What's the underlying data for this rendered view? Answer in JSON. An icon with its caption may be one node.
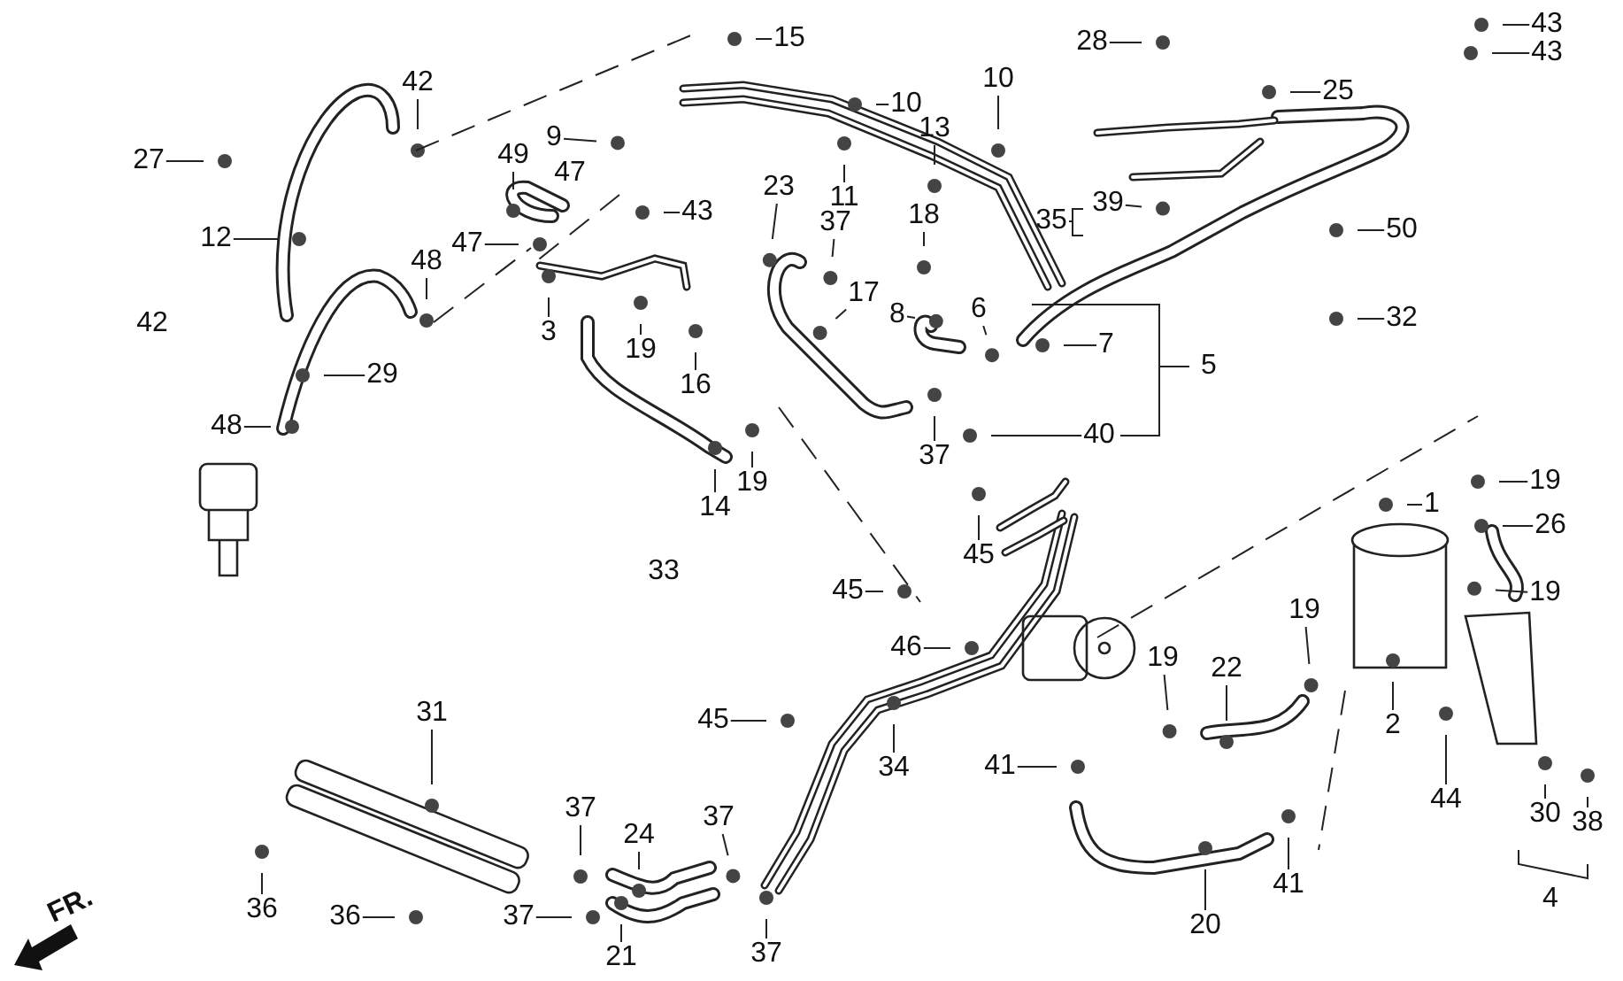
{
  "diagram": {
    "nodes": [
      {
        "text": [
          "15"
        ]
      },
      {
        "text": [
          "43"
        ]
      },
      {
        "text": [
          "28"
        ]
      },
      {
        "text": [
          "43"
        ]
      },
      {
        "text": [
          "42"
        ]
      },
      {
        "text": [
          "9"
        ]
      },
      {
        "text": [
          "10"
        ]
      },
      {
        "text": [
          "10"
        ]
      },
      {
        "text": [
          "25"
        ]
      },
      {
        "text": [
          "13"
        ]
      },
      {
        "text": [
          "27"
        ]
      },
      {
        "text": [
          "49"
        ]
      },
      {
        "text": [
          "47"
        ]
      },
      {
        "text": [
          "43"
        ]
      },
      {
        "text": [
          "23"
        ]
      },
      {
        "text": [
          "11"
        ]
      },
      {
        "text": [
          "37"
        ]
      },
      {
        "text": [
          "12"
        ]
      },
      {
        "text": [
          "18"
        ]
      },
      {
        "text": [
          "39"
        ]
      },
      {
        "text": [
          "50"
        ]
      },
      {
        "text": [
          "48"
        ]
      },
      {
        "text": [
          "17"
        ]
      },
      {
        "text": [
          "8"
        ]
      },
      {
        "text": [
          "6"
        ]
      },
      {
        "text": [
          "7"
        ]
      },
      {
        "text": [
          "3"
        ]
      },
      {
        "text": [
          "19"
        ]
      },
      {
        "text": [
          "16"
        ]
      },
      {
        "text": [
          "29"
        ]
      },
      {
        "text": [
          "32"
        ]
      },
      {
        "text": [
          "37"
        ]
      },
      {
        "text": [
          "40"
        ]
      },
      {
        "text": [
          "48"
        ]
      },
      {
        "text": [
          "19"
        ]
      },
      {
        "text": [
          "14"
        ]
      },
      {
        "text": [
          "19"
        ]
      },
      {
        "text": [
          "1"
        ]
      },
      {
        "text": [
          "26"
        ]
      },
      {
        "text": [
          "19"
        ]
      },
      {
        "text": [
          "45"
        ]
      },
      {
        "text": [
          "45"
        ]
      },
      {
        "text": [
          "46"
        ]
      },
      {
        "text": [
          "19"
        ]
      },
      {
        "text": [
          "19"
        ]
      },
      {
        "text": [
          "22"
        ]
      },
      {
        "text": [
          "31"
        ]
      },
      {
        "text": [
          "45"
        ]
      },
      {
        "text": [
          "34"
        ]
      },
      {
        "text": [
          "2"
        ]
      },
      {
        "text": [
          "41"
        ]
      },
      {
        "text": [
          "44"
        ]
      },
      {
        "text": [
          "30"
        ]
      },
      {
        "text": [
          "38"
        ]
      },
      {
        "text": [
          "37"
        ]
      },
      {
        "text": [
          "24"
        ]
      },
      {
        "text": [
          "37"
        ]
      },
      {
        "text": [
          "36"
        ]
      },
      {
        "text": [
          "20"
        ]
      },
      {
        "text": [
          "41"
        ]
      },
      {
        "text": [
          "36"
        ]
      },
      {
        "text": [
          "37"
        ]
      },
      {
        "text": [
          "21"
        ]
      },
      {
        "text": [
          "37"
        ]
      }
    ],
    "edges": [
      {
        "from": 0,
        "to": null,
        "arrow": "none"
      },
      {
        "from": 1,
        "to": null,
        "arrow": "none"
      },
      {
        "from": 2,
        "to": null,
        "arrow": "none"
      },
      {
        "from": 3,
        "to": null,
        "arrow": "none"
      },
      {
        "from": 4,
        "to": null,
        "arrow": "none"
      },
      {
        "from": 5,
        "to": null,
        "arrow": "none"
      },
      {
        "from": 6,
        "to": null,
        "arrow": "none"
      },
      {
        "from": 7,
        "to": null,
        "arrow": "none"
      },
      {
        "from": 8,
        "to": null,
        "arrow": "none"
      },
      {
        "from": 9,
        "to": null,
        "arrow": "none"
      },
      {
        "from": 10,
        "to": null,
        "arrow": "none"
      },
      {
        "from": 11,
        "to": null,
        "arrow": "none"
      },
      {
        "from": 12,
        "to": null,
        "arrow": "none"
      },
      {
        "from": 13,
        "to": null,
        "arrow": "none"
      },
      {
        "from": 14,
        "to": null,
        "arrow": "none"
      },
      {
        "from": 15,
        "to": null,
        "arrow": "none"
      },
      {
        "from": 16,
        "to": null,
        "arrow": "none"
      },
      {
        "from": 17,
        "to": null,
        "arrow": "none"
      },
      {
        "from": 18,
        "to": null,
        "arrow": "none"
      },
      {
        "from": 19,
        "to": null,
        "arrow": "none"
      },
      {
        "from": 20,
        "to": null,
        "arrow": "none"
      },
      {
        "from": 21,
        "to": null,
        "arrow": "none"
      },
      {
        "from": 22,
        "to": null,
        "arrow": "none"
      },
      {
        "from": 23,
        "to": null,
        "arrow": "none"
      },
      {
        "from": 24,
        "to": null,
        "arrow": "none"
      },
      {
        "from": 25,
        "to": null,
        "arrow": "none"
      },
      {
        "from": 26,
        "to": null,
        "arrow": "none"
      },
      {
        "from": 27,
        "to": null,
        "arrow": "none"
      },
      {
        "from": 28,
        "to": null,
        "arrow": "none"
      },
      {
        "from": 29,
        "to": null,
        "arrow": "none"
      },
      {
        "from": 30,
        "to": null,
        "arrow": "none"
      },
      {
        "from": 31,
        "to": null,
        "arrow": "none"
      },
      {
        "from": 32,
        "to": null,
        "arrow": "none"
      },
      {
        "from": 33,
        "to": null,
        "arrow": "none"
      },
      {
        "from": 34,
        "to": null,
        "arrow": "none"
      },
      {
        "from": 35,
        "to": null,
        "arrow": "none"
      },
      {
        "from": 36,
        "to": null,
        "arrow": "none"
      },
      {
        "from": 37,
        "to": null,
        "arrow": "none"
      },
      {
        "from": 38,
        "to": null,
        "arrow": "none"
      },
      {
        "from": 39,
        "to": null,
        "arrow": "none"
      },
      {
        "from": 40,
        "to": null,
        "arrow": "none"
      },
      {
        "from": 41,
        "to": null,
        "arrow": "none"
      },
      {
        "from": 42,
        "to": null,
        "arrow": "none"
      },
      {
        "from": 43,
        "to": null,
        "arrow": "none"
      },
      {
        "from": 44,
        "to": null,
        "arrow": "none"
      },
      {
        "from": 45,
        "to": null,
        "arrow": "none"
      },
      {
        "from": 46,
        "to": null,
        "arrow": "none"
      },
      {
        "from": 47,
        "to": null,
        "arrow": "none"
      },
      {
        "from": 48,
        "to": null,
        "arrow": "none"
      },
      {
        "from": 49,
        "to": null,
        "arrow": "none"
      },
      {
        "from": 50,
        "to": null,
        "arrow": "none"
      },
      {
        "from": 51,
        "to": null,
        "arrow": "none"
      },
      {
        "from": 52,
        "to": null,
        "arrow": "none"
      },
      {
        "from": 53,
        "to": null,
        "arrow": "none"
      },
      {
        "from": 54,
        "to": null,
        "arrow": "none"
      },
      {
        "from": 55,
        "to": null,
        "arrow": "none"
      },
      {
        "from": 56,
        "to": null,
        "arrow": "none"
      },
      {
        "from": 57,
        "to": null,
        "arrow": "none"
      },
      {
        "from": 58,
        "to": null,
        "arrow": "none"
      },
      {
        "from": 59,
        "to": null,
        "arrow": "none"
      },
      {
        "from": 60,
        "to": null,
        "arrow": "none"
      },
      {
        "from": 61,
        "to": null,
        "arrow": "none"
      },
      {
        "from": 62,
        "to": null,
        "arrow": "none"
      },
      {
        "from": 63,
        "to": null,
        "arrow": "none"
      }
    ],
    "labels": [
      "47",
      "35",
      "42",
      "5",
      "33",
      "4",
      "FR."
    ]
  }
}
